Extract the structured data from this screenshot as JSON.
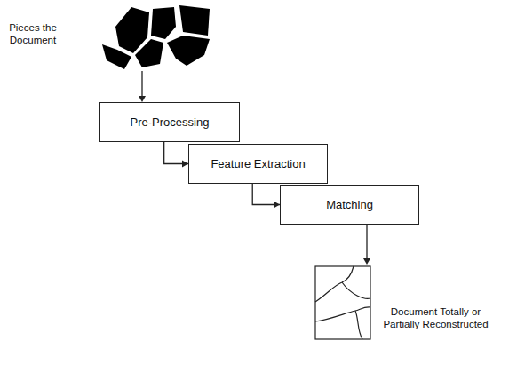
{
  "diagram": {
    "nodes": [
      {
        "text": [
          "Pre-Processing"
        ]
      },
      {
        "text": [
          "Feature Extraction"
        ]
      },
      {
        "text": [
          "Matching"
        ]
      }
    ],
    "edges": [
      {
        "from": 0,
        "to": 1,
        "arrow": "to"
      },
      {
        "from": 1,
        "to": 2,
        "arrow": "to"
      }
    ],
    "labels": [
      "Pieces the Document",
      "Document Totally or Partially Reconstructed"
    ]
  }
}
